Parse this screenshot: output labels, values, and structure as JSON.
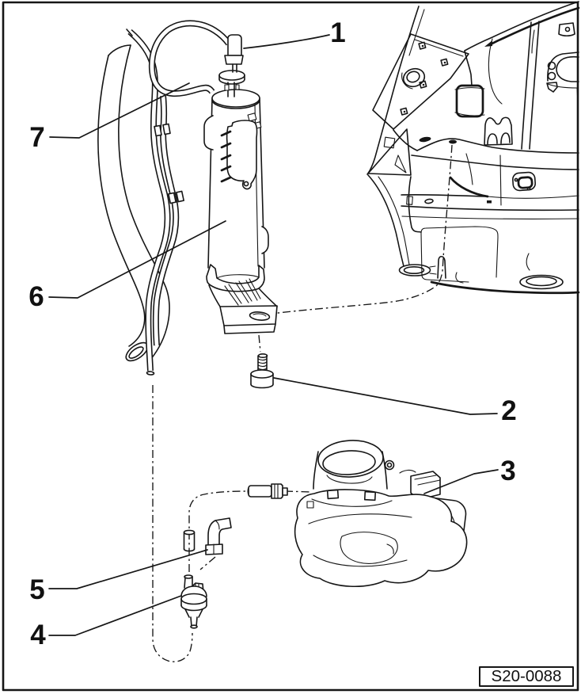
{
  "figure": {
    "callouts": [
      {
        "number": "1"
      },
      {
        "number": "2"
      },
      {
        "number": "3"
      },
      {
        "number": "4"
      },
      {
        "number": "5"
      },
      {
        "number": "6"
      },
      {
        "number": "7"
      }
    ],
    "code": "S20-0088"
  }
}
